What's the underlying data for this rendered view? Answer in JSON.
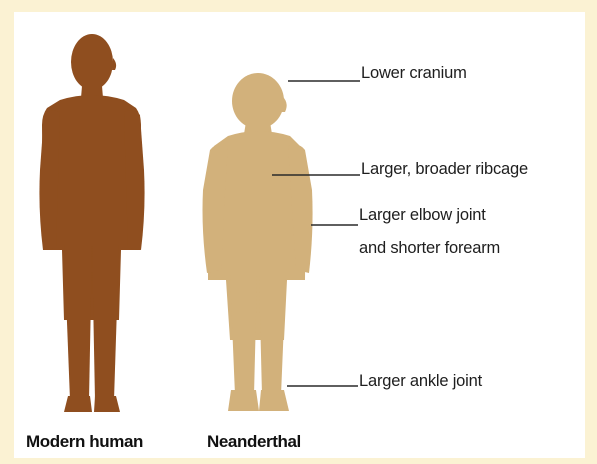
{
  "colors": {
    "background": "#fbf2d3",
    "panel": "#ffffff",
    "modern_human": "#8f4e1f",
    "neanderthal": "#d2b17b",
    "leader_line": "#2a2a2a"
  },
  "figures": {
    "modern_human": {
      "caption": "Modern human"
    },
    "neanderthal": {
      "caption": "Neanderthal"
    }
  },
  "annotations": {
    "cranium": "Lower cranium",
    "ribcage": "Larger, broader ribcage",
    "elbow_line1": "Larger elbow joint",
    "elbow_line2": "and shorter forearm",
    "ankle": "Larger ankle joint"
  }
}
